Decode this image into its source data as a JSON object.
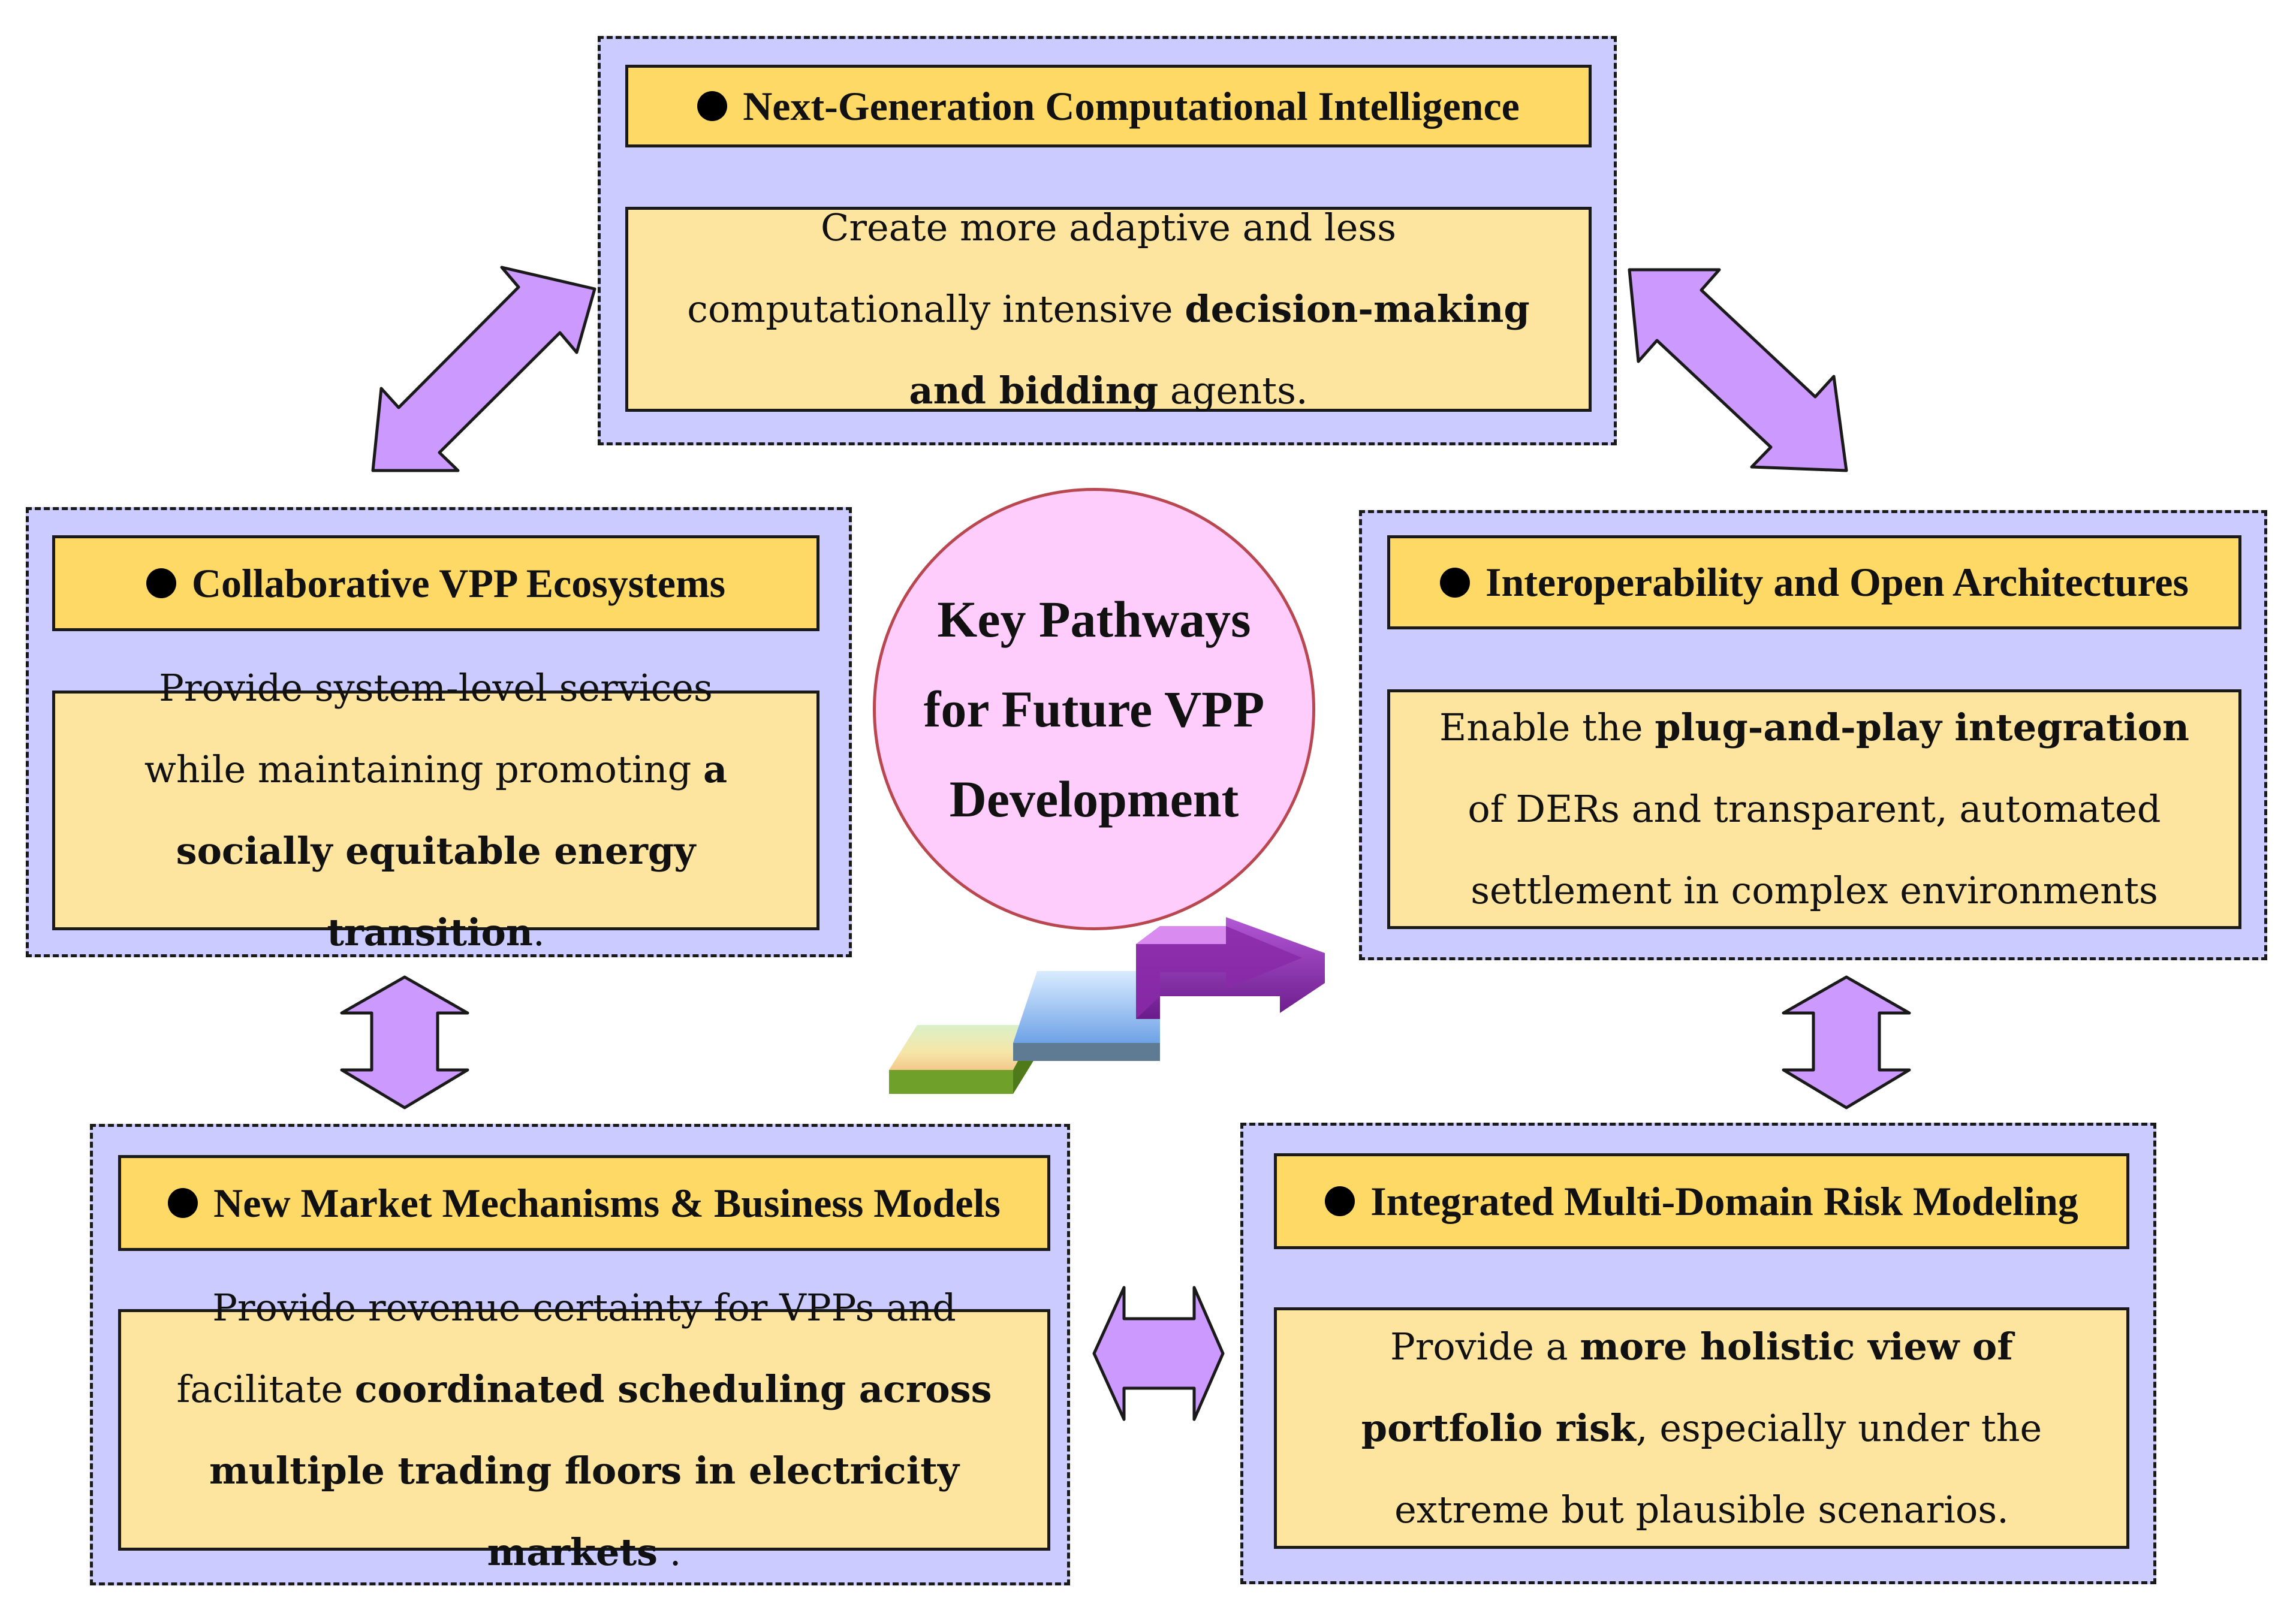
{
  "center": {
    "line1": "Key Pathways",
    "line2": "for Future VPP",
    "line3": "Development"
  },
  "boxes": {
    "top": {
      "title": "Next-Generation Computational Intelligence",
      "text1": "Create more adaptive and less computationally intensive ",
      "bold": "decision-making and bidding",
      "text2": " agents."
    },
    "left": {
      "title": "Collaborative VPP Ecosystems",
      "text1": "Provide system-level services while maintaining promoting ",
      "bold": "a socially equitable energy transition",
      "text2": "."
    },
    "right": {
      "title": "Interoperability and Open Architectures",
      "text1": "Enable the ",
      "bold": "plug-and-play integration",
      "text2": " of DERs and transparent, automated settlement in complex environments"
    },
    "bottom_left": {
      "title": "New Market Mechanisms & Business Models",
      "text1": "Provide revenue certainty for VPPs and facilitate ",
      "bold": "coordinated scheduling across multiple trading floors in electricity markets",
      "text2": " ."
    },
    "bottom_right": {
      "title": "Integrated Multi-Domain Risk Modeling",
      "text1": "Provide a ",
      "bold": "more holistic view of portfolio risk",
      "text2": ", especially under the extreme but plausible scenarios."
    }
  },
  "colors": {
    "panel": "#cccbff",
    "header": "#fed966",
    "body": "#fde5a0",
    "arrow": "#cc99ff",
    "circle": "#ffcdfc"
  }
}
